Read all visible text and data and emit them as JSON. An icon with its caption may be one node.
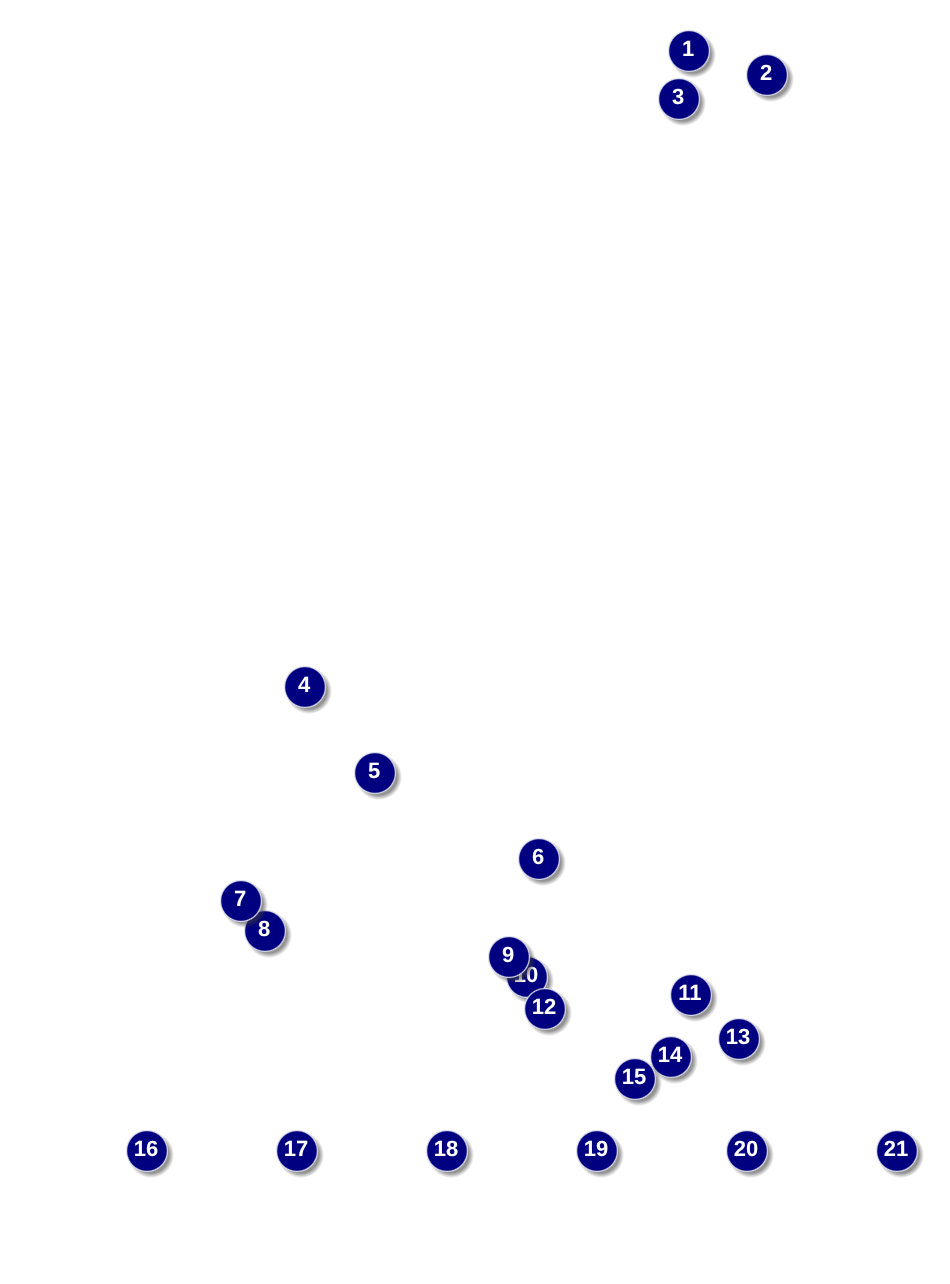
{
  "diagram": {
    "labels": [
      "1",
      "2",
      "3",
      "4",
      "5",
      "6",
      "7",
      "8",
      "9",
      "10",
      "11",
      "12",
      "13",
      "14",
      "15",
      "16",
      "17",
      "18",
      "19",
      "20",
      "21"
    ]
  }
}
